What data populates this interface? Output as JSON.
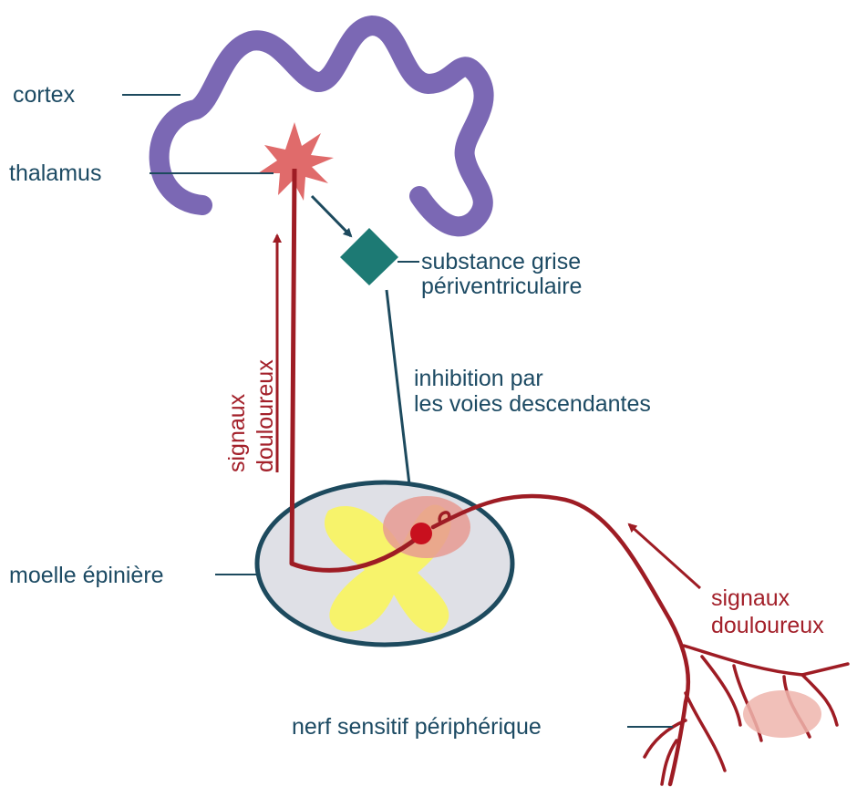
{
  "labels": {
    "cortex": "cortex",
    "thalamus": "thalamus",
    "substance_grise_line1": "substance grise",
    "substance_grise_line2": "périventriculaire",
    "inhibition_line1": "inhibition par",
    "inhibition_line2": "les voies  descendantes",
    "signaux_vertical_line1": "signaux",
    "signaux_vertical_line2": "douloureux",
    "moelle": "moelle épinière",
    "signaux_right_line1": "signaux",
    "signaux_right_line2": "douloureux",
    "nerf": "nerf sensitif périphérique"
  },
  "colors": {
    "label_teal": "#1c4a63",
    "label_red": "#a3202a",
    "cortex_purple": "#7b68b4",
    "thalamus_pink": "#e06b6b",
    "diamond_teal": "#1d7a74",
    "nerve_red": "#9e1c24",
    "spinal_outline": "#1d4a5e",
    "spinal_fill": "#dfe0e6",
    "grey_matter_yellow": "#f7f36b",
    "dorsal_horn_pink": "#e89a92",
    "receptor_pink": "#eeb5ad"
  }
}
